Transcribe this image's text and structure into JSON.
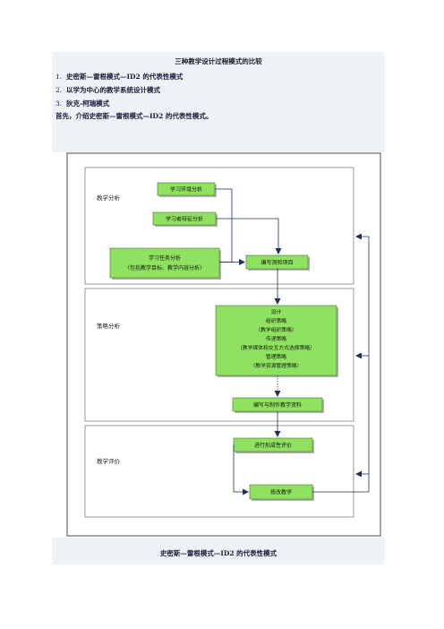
{
  "document": {
    "title": "三种教学设计过程模式的比较",
    "list": [
      {
        "num": "1.",
        "text": "史密斯—雷根模式—ID2 的代表性模式"
      },
      {
        "num": "2.",
        "text": "以学为中心的教学系统设计模式"
      },
      {
        "num": "3.",
        "text": "狄克-柯瑞模式"
      }
    ],
    "intro": "首先，介绍史密斯—雷根模式—ID2 的代表性模式。",
    "caption": "史密斯—雷根模式—ID2 的代表性模式"
  },
  "diagram": {
    "sections": {
      "analysis": "教学分析",
      "strategy": "策略分析",
      "evaluation": "教学评价"
    },
    "boxes": {
      "environment": "学习环境分析",
      "learner": "学习者特征分析",
      "task_line1": "学习任务分析",
      "task_line2": "（包括教学目标、教学内容分析）",
      "test_items": "编写测验项目",
      "design_lines": [
        "设计",
        "组织策略",
        "（教学组织策略）",
        "传递策略",
        "（教学媒体和交互方式选择策略）",
        "管理策略",
        "（教学资源管理策略）"
      ],
      "materials": "编写与制作教学资料",
      "formative": "进行形成性评价",
      "revise": "修改教学"
    },
    "colors": {
      "box_fill": "#8fe25f",
      "box_border": "#4a6f2a",
      "arrow": "#1c2f5e"
    }
  }
}
